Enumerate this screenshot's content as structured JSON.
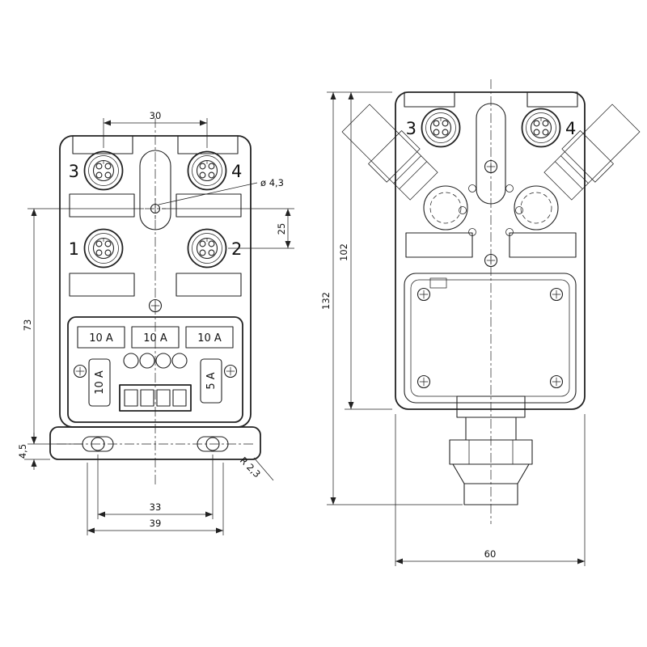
{
  "front_view": {
    "connectors": {
      "c3": "3",
      "c4": "4",
      "c1": "1",
      "c2": "2"
    },
    "fuses": {
      "f1": "10 A",
      "f2": "10 A",
      "f3": "10 A",
      "f_left": "10 A",
      "f_right": "5 A"
    },
    "dims": {
      "d30": "30",
      "dhole": "ø 4,3",
      "d25": "25",
      "d73": "73",
      "d45": "4,5",
      "d33": "33",
      "d39": "39",
      "dr": "R 2,3"
    }
  },
  "side_view": {
    "connectors": {
      "c3": "3",
      "c4": "4"
    },
    "dims": {
      "d132": "132",
      "d102": "102",
      "d60": "60"
    }
  }
}
